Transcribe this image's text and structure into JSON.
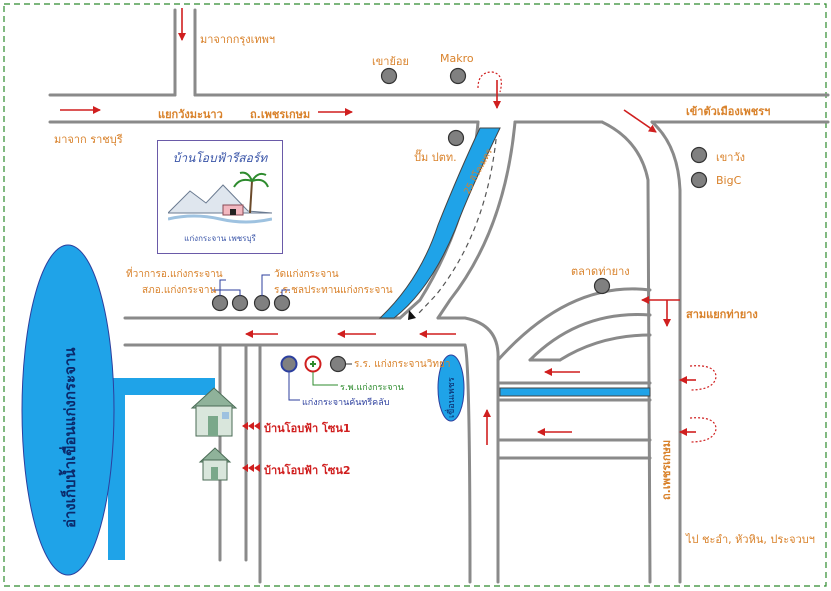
{
  "labels": {
    "from_bangkok": "มาจากกรุงเทพฯ",
    "from_ratchaburi": "มาจาก ราชบุรี",
    "khao_yoi": "เขาย้อย",
    "makro": "Makro",
    "yaeng_wang_manao": "แยกวังมะนาว",
    "phetkasem_road": "ถ.เพชรเกษม",
    "to_phetchaburi_city": "เข้าตัวเมืองเพชรฯ",
    "ptt_station": "ปั๊ม ปตท.",
    "khao_wang": "เขาวัง",
    "big_c": "BigC",
    "distance_25km": "25 กิโลเมตร",
    "talat_tha_yang": "ตลาดท่ายาง",
    "district_office": "ที่วาการอ.แก่งกระจาน",
    "police_station": "สภอ.แก่งกระจาน",
    "wat_kaeng_krachan": "วัดแก่งกระจาน",
    "dam_school": "ร.ร.ชลประทานแก่งกระจาน",
    "sam_yaek_tha_yang": "สามแยกท่ายาง",
    "school_kaeng_krachan": "ร.ร. แก่งกระจานวิทยา",
    "hospital": "ร.พ.แก่งกระจาน",
    "kindergarten": "แก่งกระจานคันทรีคลับ",
    "dam_name": "เขื่อนเพชร",
    "reservoir": "อ่างเก็บน้ำเขื่อนแก่งกระจาน",
    "zone1": "บ้านโอบฟ้า โซน1",
    "zone2": "บ้านโอบฟ้า โซน2",
    "phetkasem_vertical": "ถ.เพชรเกษม",
    "to_south": "ไป ชะอำ, หัวหิน, ประจวบฯ"
  },
  "logo": {
    "title": "บ้านโอบฟ้ารีสอร์ท",
    "subtitle": "แก่งกระจาน เพชรบุรี"
  },
  "colors": {
    "road": "#8a8a8a",
    "water": "#1fa3e8",
    "arrow": "#d01f1f",
    "label": "#d9822b",
    "landmark": "#808080",
    "border": "#2e8b2e"
  }
}
